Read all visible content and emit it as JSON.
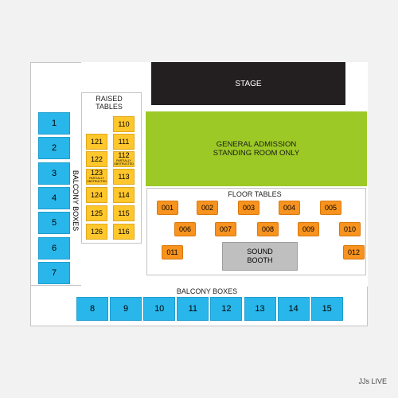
{
  "venue": "JJs LIVE",
  "colors": {
    "balcony": "#29b6ea",
    "raised_tables": "#ffc72c",
    "floor_tables": "#f7931e",
    "stage": "#231f20",
    "general_admission": "#9cc925",
    "sound_booth": "#bfbfbf"
  },
  "stage": {
    "label": "STAGE"
  },
  "general_admission": {
    "line1": "GENERAL ADMISSION",
    "line2": "STANDING ROOM ONLY"
  },
  "sound_booth": {
    "line1": "SOUND",
    "line2": "BOOTH"
  },
  "raised_tables": {
    "label_line1": "RAISED",
    "label_line2": "TABLES",
    "sections": [
      {
        "label": "110",
        "note": ""
      },
      {
        "label": "121",
        "note": ""
      },
      {
        "label": "111",
        "note": ""
      },
      {
        "label": "122",
        "note": ""
      },
      {
        "label": "112",
        "note": "PARTIALLY OBSTRUCTED"
      },
      {
        "label": "123",
        "note": "PARTIALLY OBSTRUCTED"
      },
      {
        "label": "113",
        "note": ""
      },
      {
        "label": "124",
        "note": ""
      },
      {
        "label": "114",
        "note": ""
      },
      {
        "label": "125",
        "note": ""
      },
      {
        "label": "115",
        "note": ""
      },
      {
        "label": "126",
        "note": ""
      },
      {
        "label": "116",
        "note": ""
      }
    ]
  },
  "floor_tables": {
    "label": "FLOOR TABLES",
    "sections": [
      "001",
      "002",
      "003",
      "004",
      "005",
      "006",
      "007",
      "008",
      "009",
      "010",
      "011",
      "012"
    ]
  },
  "balcony_boxes": {
    "side_label": "BALCONY BOXES",
    "bottom_label": "BALCONY BOXES",
    "side_sections": [
      "1",
      "2",
      "3",
      "4",
      "5",
      "6",
      "7"
    ],
    "bottom_sections": [
      "8",
      "9",
      "10",
      "11",
      "12",
      "13",
      "14",
      "15"
    ]
  }
}
